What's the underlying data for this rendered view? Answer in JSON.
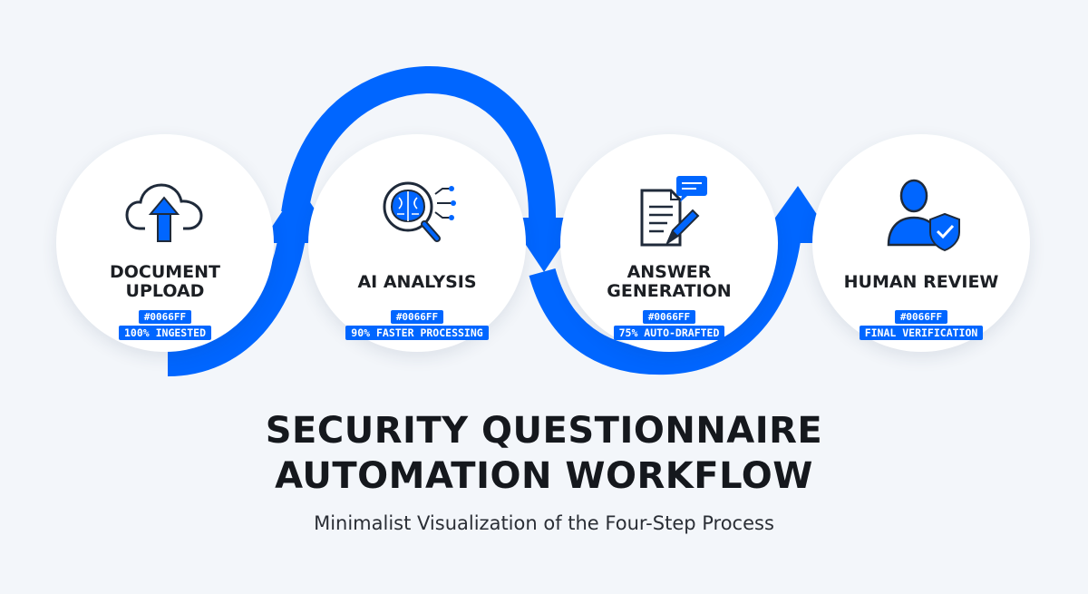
{
  "colors": {
    "accent": "#0066FF",
    "text": "#15181D",
    "background": "#F3F6FA"
  },
  "steps": [
    {
      "title": "DOCUMENT\nUPLOAD",
      "icon": "cloud-upload-icon",
      "hex": "#0066FF",
      "metric": "100% INGESTED"
    },
    {
      "title": "AI ANALYSIS",
      "icon": "brain-magnifier-icon",
      "hex": "#0066FF",
      "metric": "90% FASTER PROCESSING"
    },
    {
      "title": "ANSWER\nGENERATION",
      "icon": "document-pen-chat-icon",
      "hex": "#0066FF",
      "metric": "75% AUTO-DRAFTED"
    },
    {
      "title": "HUMAN REVIEW",
      "icon": "person-shield-check-icon",
      "hex": "#0066FF",
      "metric": "FINAL VERIFICATION"
    }
  ],
  "title_line1": "SECURITY QUESTIONNAIRE",
  "title_line2": "AUTOMATION WORKFLOW",
  "subtitle": "Minimalist Visualization of the Four-Step Process"
}
